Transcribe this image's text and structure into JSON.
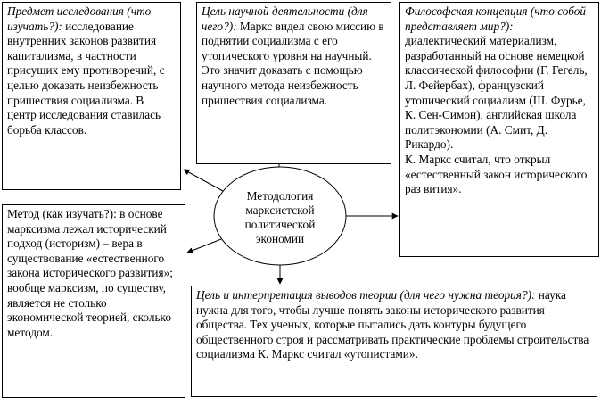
{
  "center": {
    "title": "Методология марксистской политической экономии"
  },
  "boxes": {
    "subject": {
      "heading": "Предмет исследования (что изучать?):",
      "body": " исследование внутренних законов развития капитализма, в частности присущих ему противоречий, с целью доказать неизбежность пришествия социализма. В центр исследования ставилась борьба классов."
    },
    "goal": {
      "heading": "Цель научной деятельности (для чего?):",
      "body": " Маркс видел свою миссию в поднятии социализма с его утопического уровня на научный. Это значит доказать с помощью научного метода неизбежность пришествия социализма."
    },
    "philosophy": {
      "heading": "Философская концепция (что собой представляет мир?):",
      "body": " диалектический материализм, разработанный на основе немецкой классической философии (Г. Гегель, Л. Фейербах), французский утопический социализм (Ш. Фурье, К. Сен-Симон), английская школа политэкономии (А. Смит, Д. Рикардо).",
      "body2": "К. Маркс считал, что открыл «естественный закон исторического раз вития»."
    },
    "method": {
      "heading": "Метод (как изучать?):",
      "body": " в основе марксизма лежал исторический подход (историзм) – вера в существование «естественного закона исторического развития»; вообще марксизм, по существу, является не столько экономической теорией, сколько методом."
    },
    "interpretation": {
      "heading": "Цель и интерпретация выводов теории (для чего нужна теория?):",
      "body": " наука нужна для того, чтобы лучше понять законы исторического развития общества. Тех ученых, которые пытались дать контуры будущего общественного строя и рассматривать практические проблемы строительства социализма К. Маркс считал «утопистами»."
    }
  }
}
